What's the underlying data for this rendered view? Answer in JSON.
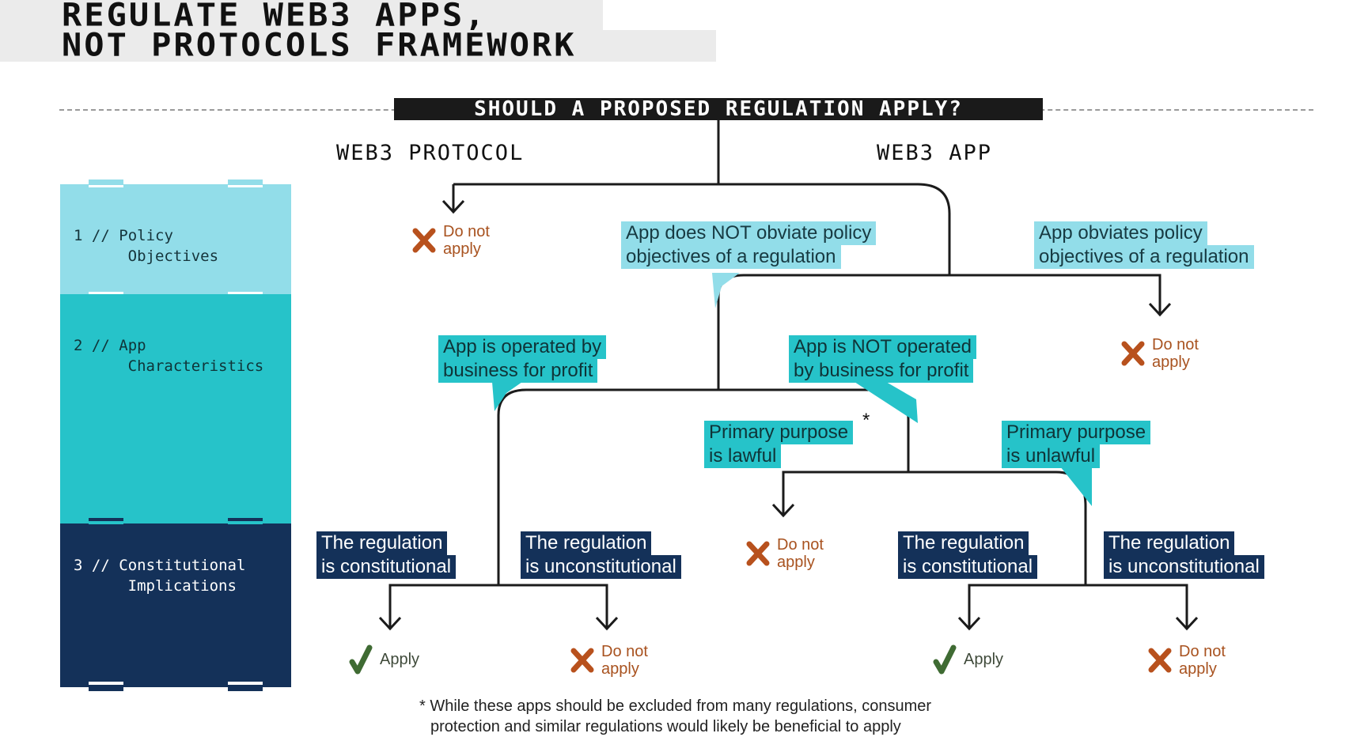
{
  "title": {
    "line1": "REGULATE WEB3 APPS,",
    "line2": "NOT PROTOCOLS FRAMEWORK"
  },
  "question": "SHOULD A PROPOSED REGULATION APPLY?",
  "branches": {
    "protocol": "WEB3 PROTOCOL",
    "app": "WEB3 APP"
  },
  "levels": [
    {
      "number": "1",
      "sep": "//",
      "line1": "Policy",
      "line2": "Objectives",
      "color": "#92dde9"
    },
    {
      "number": "2",
      "sep": "//",
      "line1": "App",
      "line2": "Characteristics",
      "color": "#26c3c9"
    },
    {
      "number": "3",
      "sep": "//",
      "line1": "Constitutional",
      "line2": "Implications",
      "color": "#143159"
    }
  ],
  "nodes": {
    "not_obviate": {
      "line1": "App does NOT obviate policy",
      "line2": "objectives of a regulation"
    },
    "obviates": {
      "line1": "App obviates policy",
      "line2": "objectives of a regulation"
    },
    "for_profit": {
      "line1": "App is operated by",
      "line2": "business for profit"
    },
    "not_for_profit": {
      "line1": "App is NOT operated",
      "line2": "by business for profit"
    },
    "lawful": {
      "line1": "Primary purpose",
      "line2": "is lawful",
      "marker": "*"
    },
    "unlawful": {
      "line1": "Primary purpose",
      "line2": "is unlawful"
    },
    "constitutional_left": {
      "line1": "The regulation",
      "line2": "is constitutional"
    },
    "unconstitutional_left": {
      "line1": "The regulation",
      "line2": "is unconstitutional"
    },
    "constitutional_right": {
      "line1": "The regulation",
      "line2": "is constitutional"
    },
    "unconstitutional_right": {
      "line1": "The regulation",
      "line2": "is unconstitutional"
    }
  },
  "results": {
    "protocol": {
      "icon": "x-icon",
      "line1": "Do not",
      "line2": "apply"
    },
    "obviates": {
      "icon": "x-icon",
      "line1": "Do not",
      "line2": "apply"
    },
    "lawful": {
      "icon": "x-icon",
      "line1": "Do not",
      "line2": "apply"
    },
    "left_apply": {
      "icon": "check-icon",
      "line1": "Apply"
    },
    "left_no": {
      "icon": "x-icon",
      "line1": "Do not",
      "line2": "apply"
    },
    "right_apply": {
      "icon": "check-icon",
      "line1": "Apply"
    },
    "right_no": {
      "icon": "x-icon",
      "line1": "Do not",
      "line2": "apply"
    }
  },
  "colors": {
    "no": "#b8511d",
    "yes": "#3f6b33",
    "level1": "#92dde9",
    "level2": "#26c3c9",
    "level3": "#143159"
  },
  "footnote": {
    "line1": "* While these apps should be excluded from many regulations, consumer",
    "line2": "protection and similar regulations would likely be beneficial to apply"
  }
}
